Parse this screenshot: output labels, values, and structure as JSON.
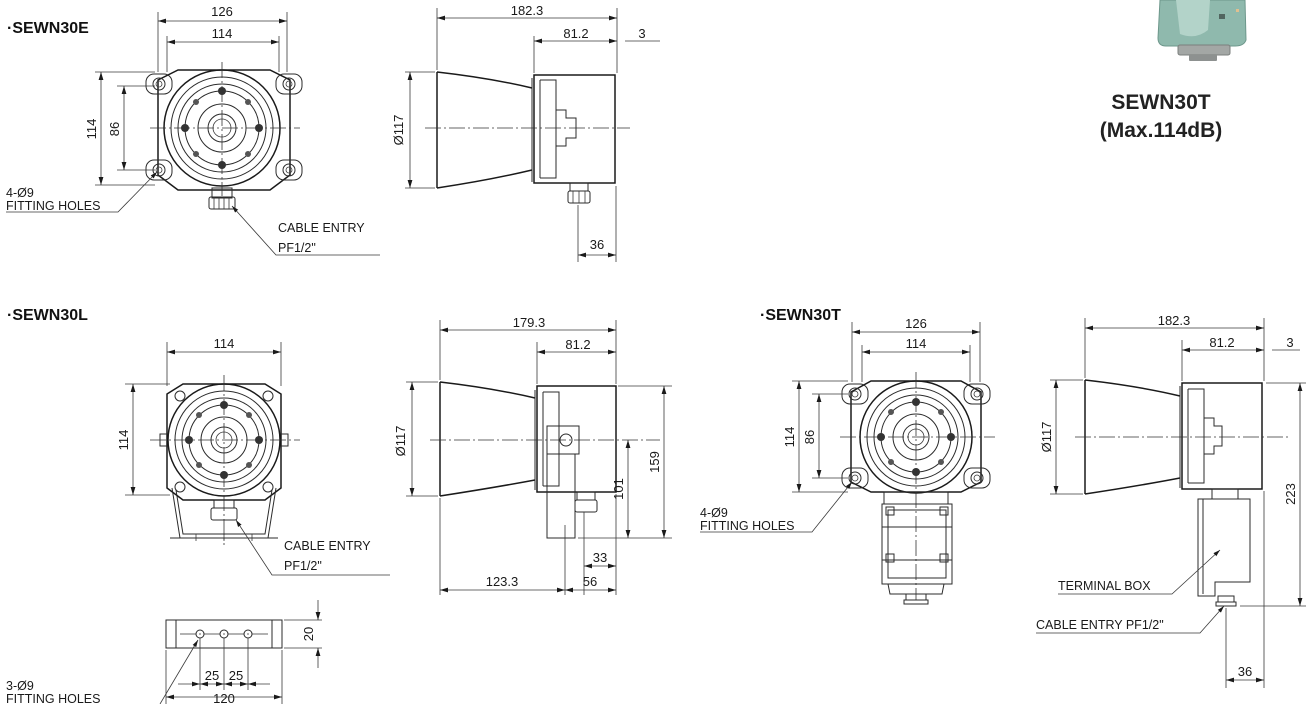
{
  "product": {
    "model": "SEWN30T",
    "rating": "(Max.114dB)"
  },
  "titles": {
    "e": "·SEWN30E",
    "l": "·SEWN30L",
    "t": "·SEWN30T"
  },
  "e_front": {
    "w_outer": "126",
    "w_inner": "114",
    "h_outer": "114",
    "h_inner": "86",
    "holes": "4-Ø9",
    "holes_label": "FITTING HOLES",
    "cable": "CABLE ENTRY",
    "cable_size": "PF1/2\""
  },
  "e_side": {
    "length": "182.3",
    "box": "81.2",
    "gap": "3",
    "dia": "Ø117",
    "entry": "36"
  },
  "l_front": {
    "width": "114",
    "height": "114",
    "cable": "CABLE ENTRY",
    "cable_size": "PF1/2\""
  },
  "l_side": {
    "length": "179.3",
    "box": "81.2",
    "dia": "Ø117",
    "h1": "159",
    "h2": "101",
    "d1": "33",
    "d2": "56",
    "horn": "123.3"
  },
  "bracket": {
    "h": "20",
    "p1": "25",
    "p2": "25",
    "w": "120",
    "holes": "3-Ø9",
    "holes_label": "FITTING HOLES"
  },
  "t_front": {
    "w_outer": "126",
    "w_inner": "114",
    "h_outer": "114",
    "h_inner": "86",
    "holes": "4-Ø9",
    "holes_label": "FITTING HOLES"
  },
  "t_side": {
    "length": "182.3",
    "box": "81.2",
    "gap": "3",
    "dia": "Ø117",
    "height": "223",
    "terminal": "TERMINAL BOX",
    "cable": "CABLE ENTRY PF1/2\"",
    "entry": "36"
  }
}
